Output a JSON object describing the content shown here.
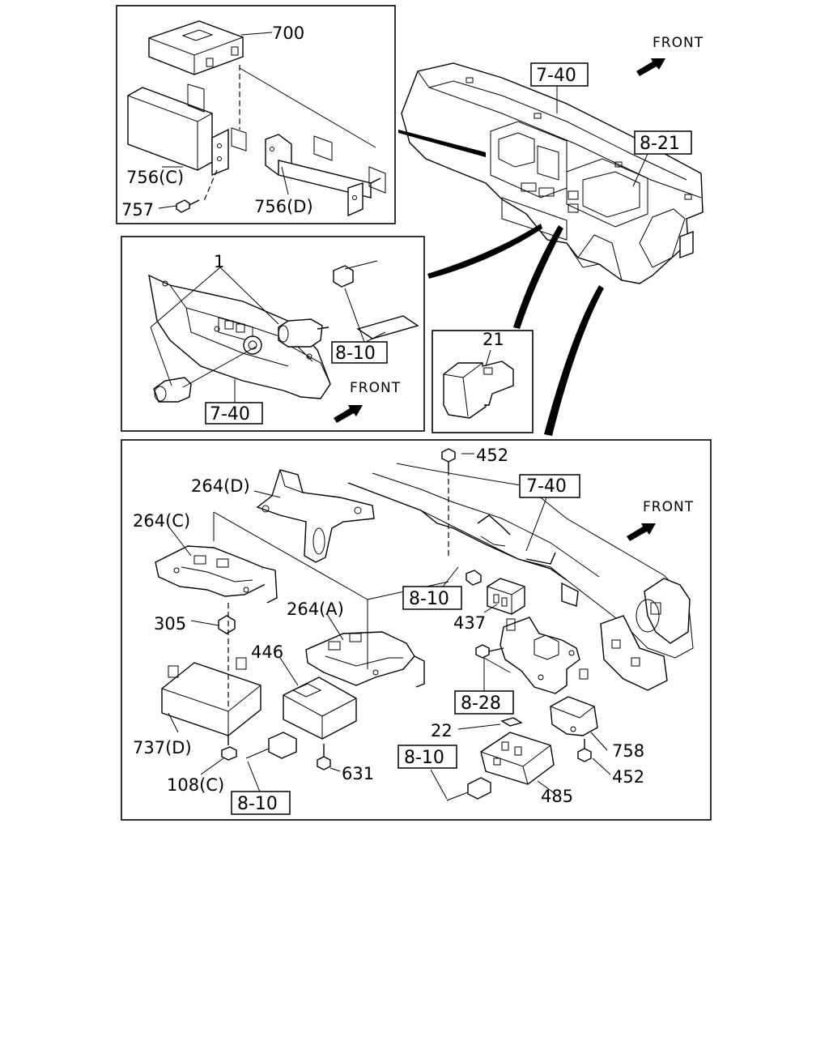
{
  "labels": {
    "p700": "700",
    "p756c": "756(C)",
    "p757": "757",
    "p756d": "756(D)",
    "p1": "1",
    "p21": "21",
    "p452a": "452",
    "p264d": "264(D)",
    "p264c": "264(C)",
    "p305": "305",
    "p264a": "264(A)",
    "p446": "446",
    "p437": "437",
    "p737d": "737(D)",
    "p108c": "108(C)",
    "p631": "631",
    "p22": "22",
    "p758": "758",
    "p452b": "452",
    "p485": "485"
  },
  "refs": {
    "r740_top": "7-40",
    "r821": "8-21",
    "r810_mid": "8-10",
    "r740_mid": "7-40",
    "r740_low": "7-40",
    "r810_a": "8-10",
    "r828": "8-28",
    "r810_b": "8-10",
    "r810_c": "8-10"
  },
  "front": {
    "top": "FRONT",
    "mid": "FRONT",
    "low": "FRONT"
  }
}
